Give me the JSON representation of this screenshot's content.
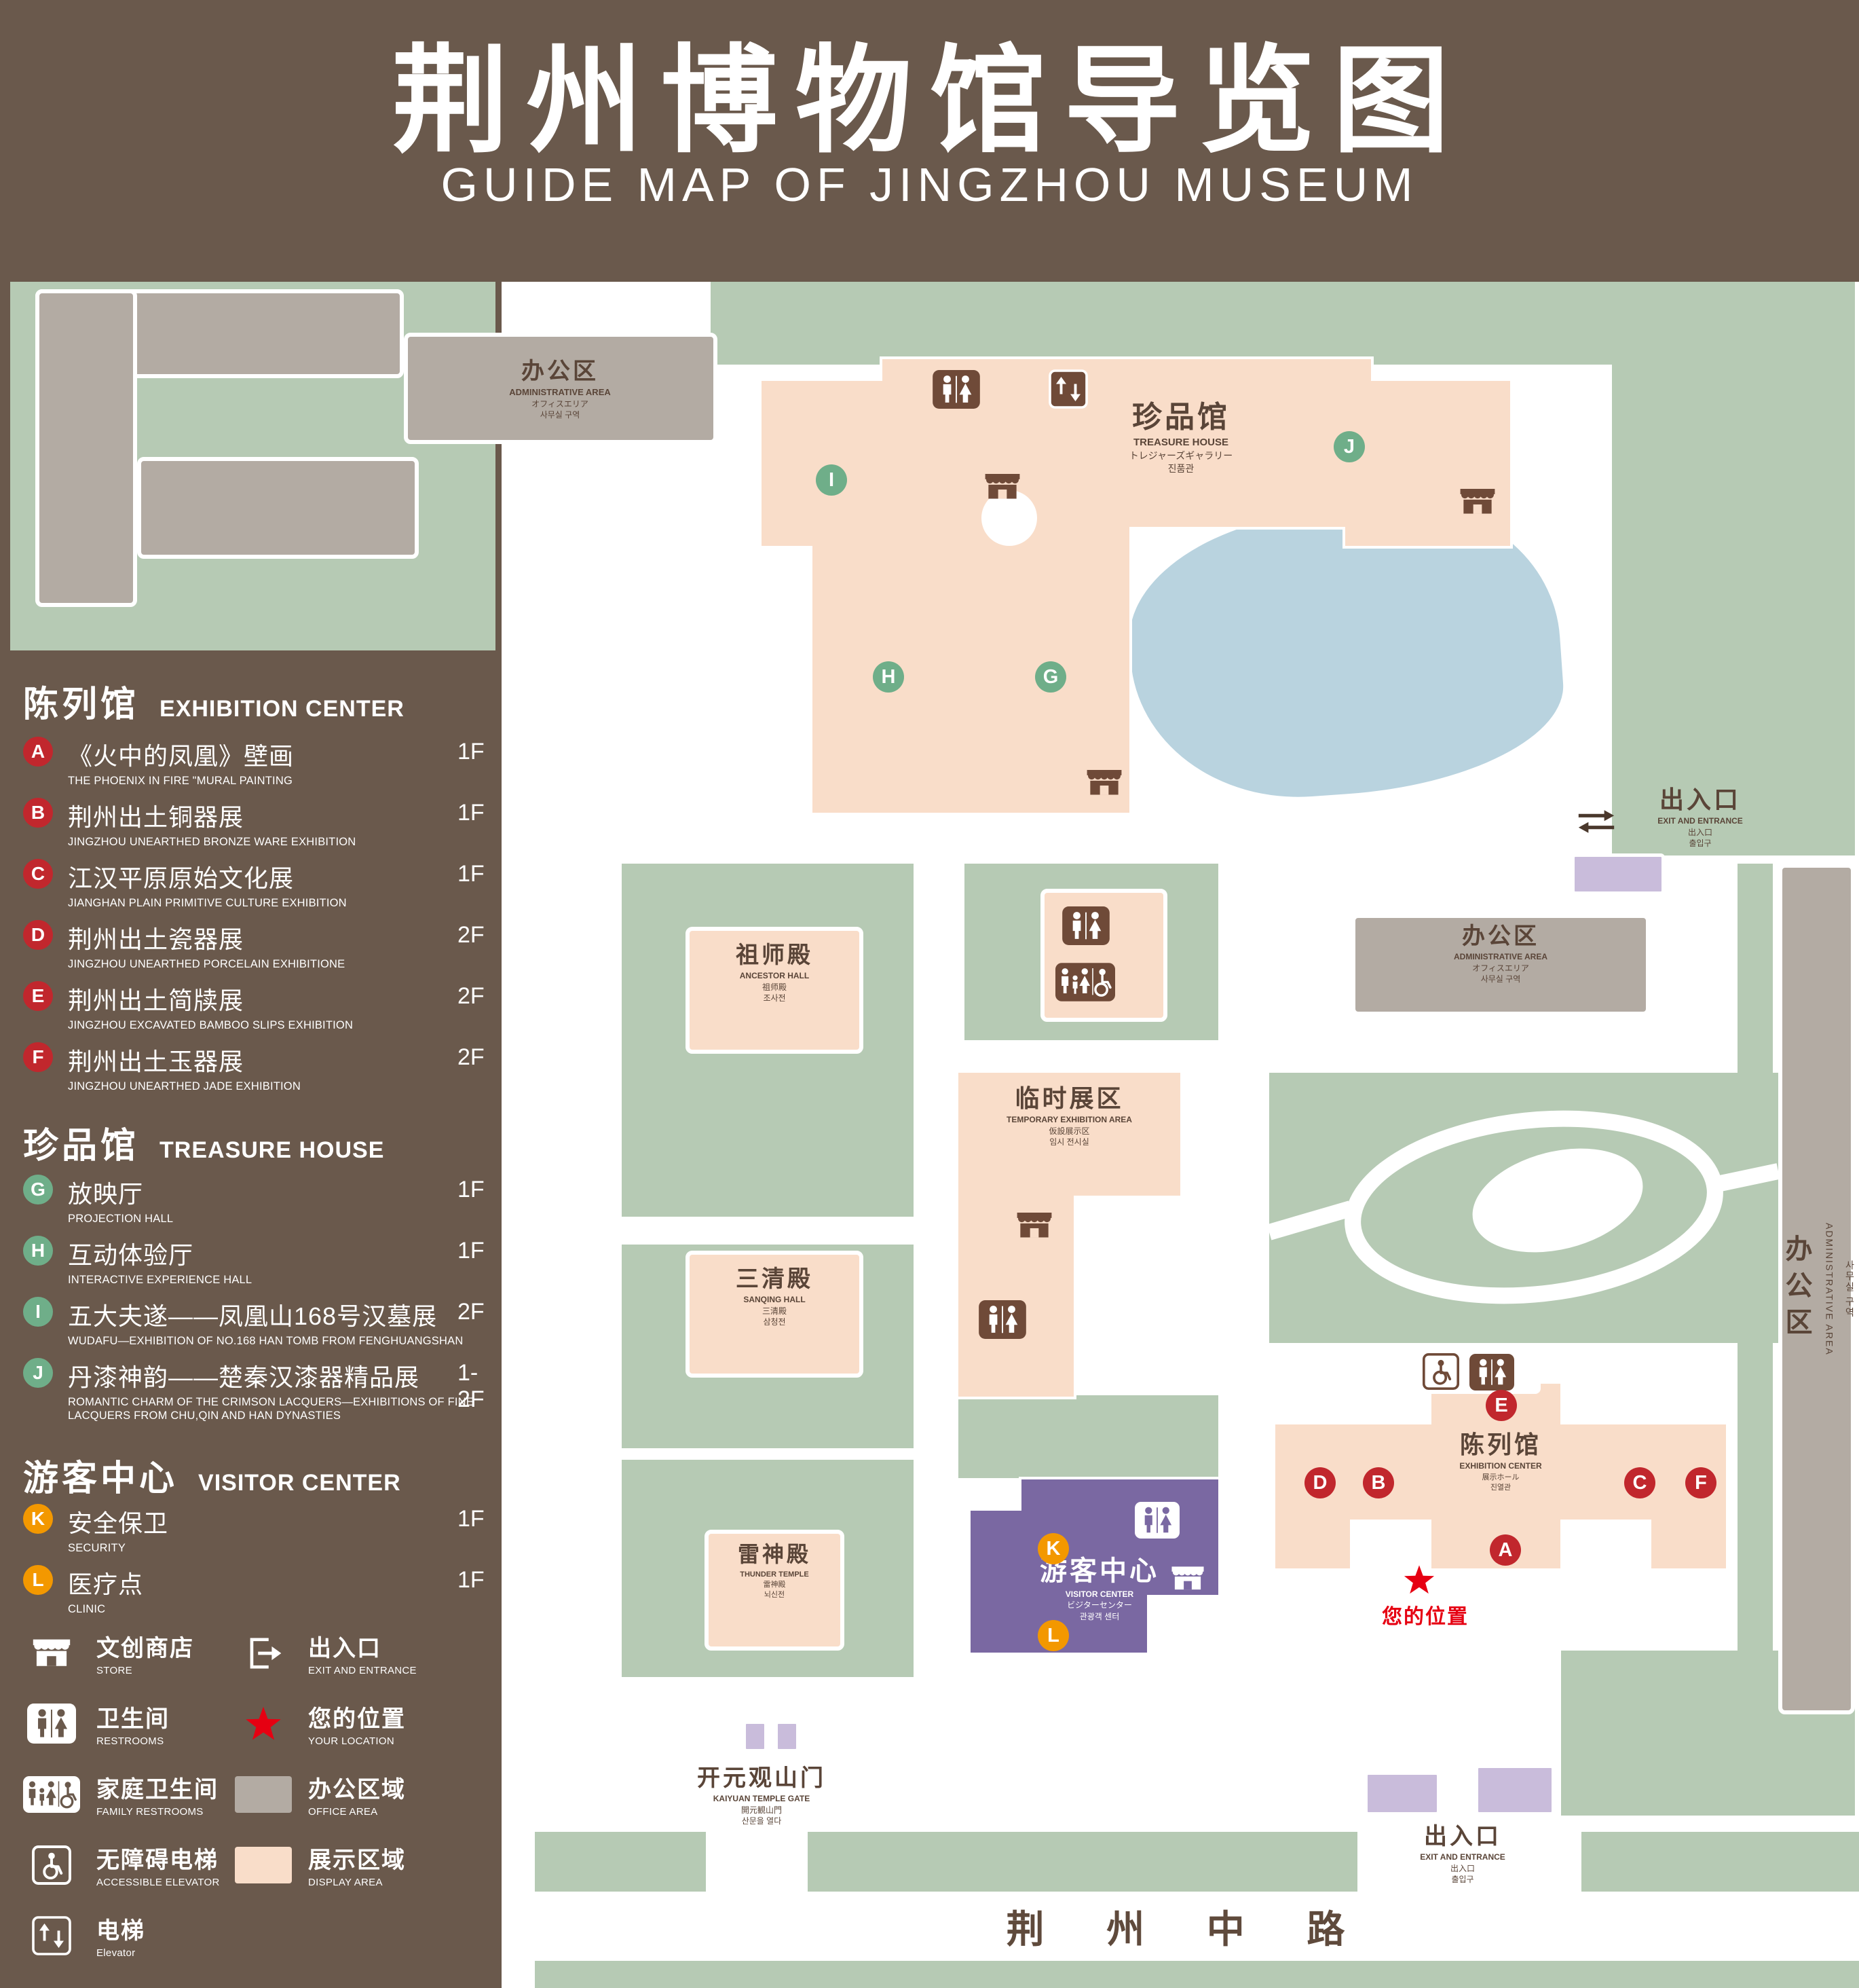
{
  "header": {
    "title_zh": "荆州博物馆导览图",
    "title_en": "GUIDE MAP OF JINGZHOU MUSEUM"
  },
  "colors": {
    "background": "#6A594C",
    "lawn_green": "#B6CAB4",
    "display_area_pink": "#F9DDC9",
    "office_area_gray": "#B3ABA3",
    "visitor_center_purple": "#7A68A2",
    "gate_lavender": "#C9BCDB",
    "pond_blue": "#B9D3DF",
    "marker_red": "#C1272D",
    "marker_green": "#6FAE89",
    "marker_orange": "#F39800",
    "map_text_brown": "#5A4538",
    "location_red": "#E60012"
  },
  "legend": {
    "sections": [
      {
        "zh": "陈列馆",
        "en": "EXHIBITION CENTER",
        "items": [
          {
            "key": "A",
            "zh": "《火中的凤凰》壁画",
            "en": "THE PHOENIX IN FIRE \"MURAL PAINTING",
            "floor": "1F"
          },
          {
            "key": "B",
            "zh": "荆州出土铜器展",
            "en": "JINGZHOU UNEARTHED BRONZE WARE EXHIBITION",
            "floor": "1F"
          },
          {
            "key": "C",
            "zh": "江汉平原原始文化展",
            "en": "JIANGHAN PLAIN PRIMITIVE CULTURE EXHIBITION",
            "floor": "1F"
          },
          {
            "key": "D",
            "zh": "荆州出土瓷器展",
            "en": "JINGZHOU UNEARTHED PORCELAIN EXHIBITIONE",
            "floor": "2F"
          },
          {
            "key": "E",
            "zh": "荆州出土简牍展",
            "en": "JINGZHOU EXCAVATED BAMBOO SLIPS EXHIBITION",
            "floor": "2F"
          },
          {
            "key": "F",
            "zh": "荆州出土玉器展",
            "en": "JINGZHOU UNEARTHED JADE EXHIBITION",
            "floor": "2F"
          }
        ]
      },
      {
        "zh": "珍品馆",
        "en": "TREASURE HOUSE",
        "items": [
          {
            "key": "G",
            "zh": "放映厅",
            "en": "PROJECTION HALL",
            "floor": "1F"
          },
          {
            "key": "H",
            "zh": "互动体验厅",
            "en": "INTERACTIVE EXPERIENCE HALL",
            "floor": "1F"
          },
          {
            "key": "I",
            "zh": "五大夫遂——凤凰山168号汉墓展",
            "en": "WUDAFU—EXHIBITION OF NO.168 HAN TOMB FROM FENGHUANGSHAN",
            "floor": "2F"
          },
          {
            "key": "J",
            "zh": "丹漆神韵——楚秦汉漆器精品展",
            "en": "ROMANTIC CHARM OF THE CRIMSON LACQUERS—EXHIBITIONS OF FINE LACQUERS FROM CHU,QIN AND HAN DYNASTIES",
            "floor": "1-2F"
          }
        ]
      },
      {
        "zh": "游客中心",
        "en": "VISITOR CENTER",
        "items": [
          {
            "key": "K",
            "zh": "安全保卫",
            "en": "SECURITY",
            "floor": "1F"
          },
          {
            "key": "L",
            "zh": "医疗点",
            "en": "CLINIC",
            "floor": "1F"
          }
        ]
      }
    ],
    "symbols": [
      {
        "zh": "文创商店",
        "en": "STORE"
      },
      {
        "zh": "出入口",
        "en": "EXIT AND ENTRANCE"
      },
      {
        "zh": "卫生间",
        "en": "RESTROOMS"
      },
      {
        "zh": "您的位置",
        "en": "YOUR LOCATION"
      },
      {
        "zh": "家庭卫生间",
        "en": "FAMILY RESTROOMS"
      },
      {
        "zh": "办公区域",
        "en": "OFFICE AREA"
      },
      {
        "zh": "无障碍电梯",
        "en": "ACCESSIBLE ELEVATOR"
      },
      {
        "zh": "展示区域",
        "en": "DISPLAY AREA"
      },
      {
        "zh": "电梯",
        "en": "Elevator"
      }
    ]
  },
  "map": {
    "treasure_house": {
      "zh": "珍品馆",
      "en": "TREASURE HOUSE",
      "jp": "トレジャーズギャラリー",
      "kr": "진품관"
    },
    "admin": {
      "zh": "办公区",
      "en": "ADMINISTRATIVE AREA",
      "jp": "オフィスエリア",
      "kr": "사무실 구역"
    },
    "ancestor_hall": {
      "zh": "祖师殿",
      "en": "ANCESTOR HALL",
      "jp": "祖师殿",
      "kr": "조사전"
    },
    "sanqing_hall": {
      "zh": "三清殿",
      "en": "SANQING HALL",
      "jp": "三清殿",
      "kr": "삼청전"
    },
    "thunder_temple": {
      "zh": "雷神殿",
      "en": "THUNDER TEMPLE",
      "jp": "雷神殿",
      "kr": "뇌신전"
    },
    "temporary_exhibition": {
      "zh": "临时展区",
      "en": "TEMPORARY EXHIBITION AREA",
      "jp": "仮設展示区",
      "kr": "임시 전시실"
    },
    "visitor_center": {
      "zh": "游客中心",
      "en": "VISITOR CENTER",
      "jp": "ビジターセンター",
      "kr": "관광객 센터"
    },
    "exhibition_center": {
      "zh": "陈列馆",
      "en": "EXHIBITION CENTER",
      "jp": "展示ホール",
      "kr": "진열관"
    },
    "exit": {
      "zh": "出入口",
      "en": "EXIT AND ENTRANCE",
      "jp": "出入口",
      "kr": "출입구"
    },
    "gate": {
      "zh": "开元观山门",
      "en": "KAIYUAN TEMPLE GATE",
      "jp": "開元観山門",
      "kr": "산문을 열다"
    },
    "your_location": "您的位置",
    "road": "荆 州 中 路",
    "markers": [
      "I",
      "J",
      "H",
      "G",
      "E",
      "D",
      "B",
      "C",
      "F",
      "A",
      "K",
      "L"
    ]
  }
}
